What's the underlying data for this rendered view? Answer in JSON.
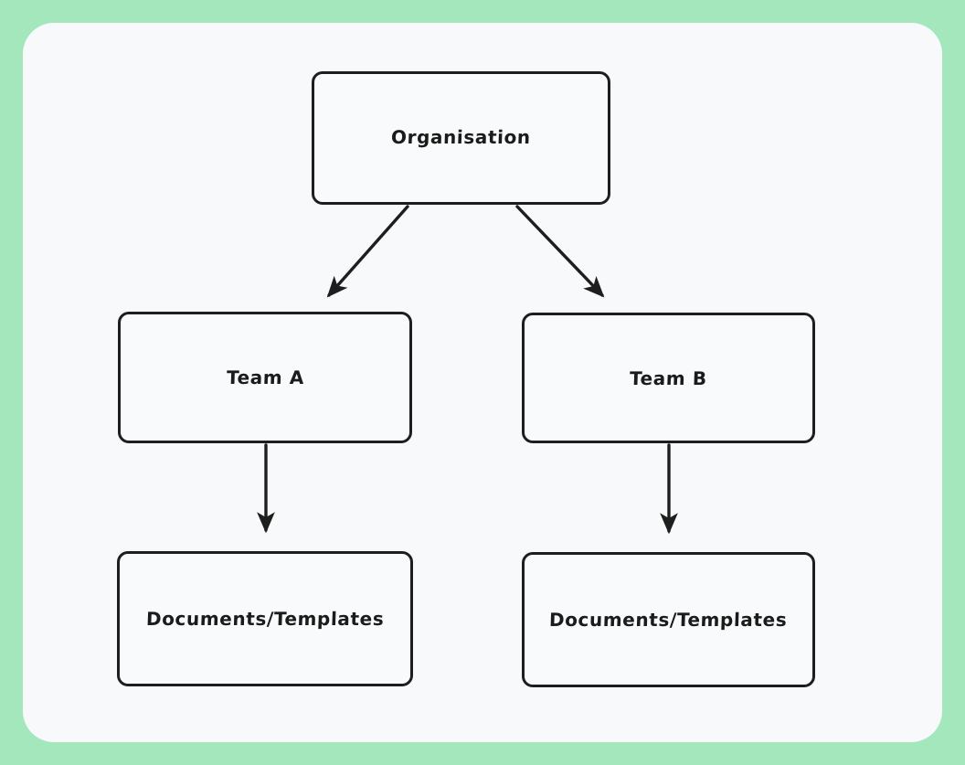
{
  "page": {
    "title": "Organisation Hierarchy Diagram",
    "background_color": "#a4e7bc",
    "canvas_color": "#f8f9fb",
    "stroke_color": "#1e1e1e",
    "text_color": "#1b1b1b"
  },
  "diagram": {
    "type": "flowchart",
    "orientation": "top-down",
    "nodes": [
      {
        "id": "organisation",
        "label": "Organisation",
        "level": 0
      },
      {
        "id": "team_a",
        "label": "Team A",
        "level": 1
      },
      {
        "id": "team_b",
        "label": "Team B",
        "level": 1
      },
      {
        "id": "docs_a",
        "label": "Documents/Templates",
        "level": 2
      },
      {
        "id": "docs_b",
        "label": "Documents/Templates",
        "level": 2
      }
    ],
    "edges": [
      {
        "id": "edge-org-team-a",
        "from": "organisation",
        "to": "team_a",
        "style": "diagonal-arrow"
      },
      {
        "id": "edge-org-team-b",
        "from": "organisation",
        "to": "team_b",
        "style": "diagonal-arrow"
      },
      {
        "id": "edge-team-a-docs-a",
        "from": "team_a",
        "to": "docs_a",
        "style": "vertical-arrow"
      },
      {
        "id": "edge-team-b-docs-b",
        "from": "team_b",
        "to": "docs_b",
        "style": "vertical-arrow"
      }
    ]
  }
}
